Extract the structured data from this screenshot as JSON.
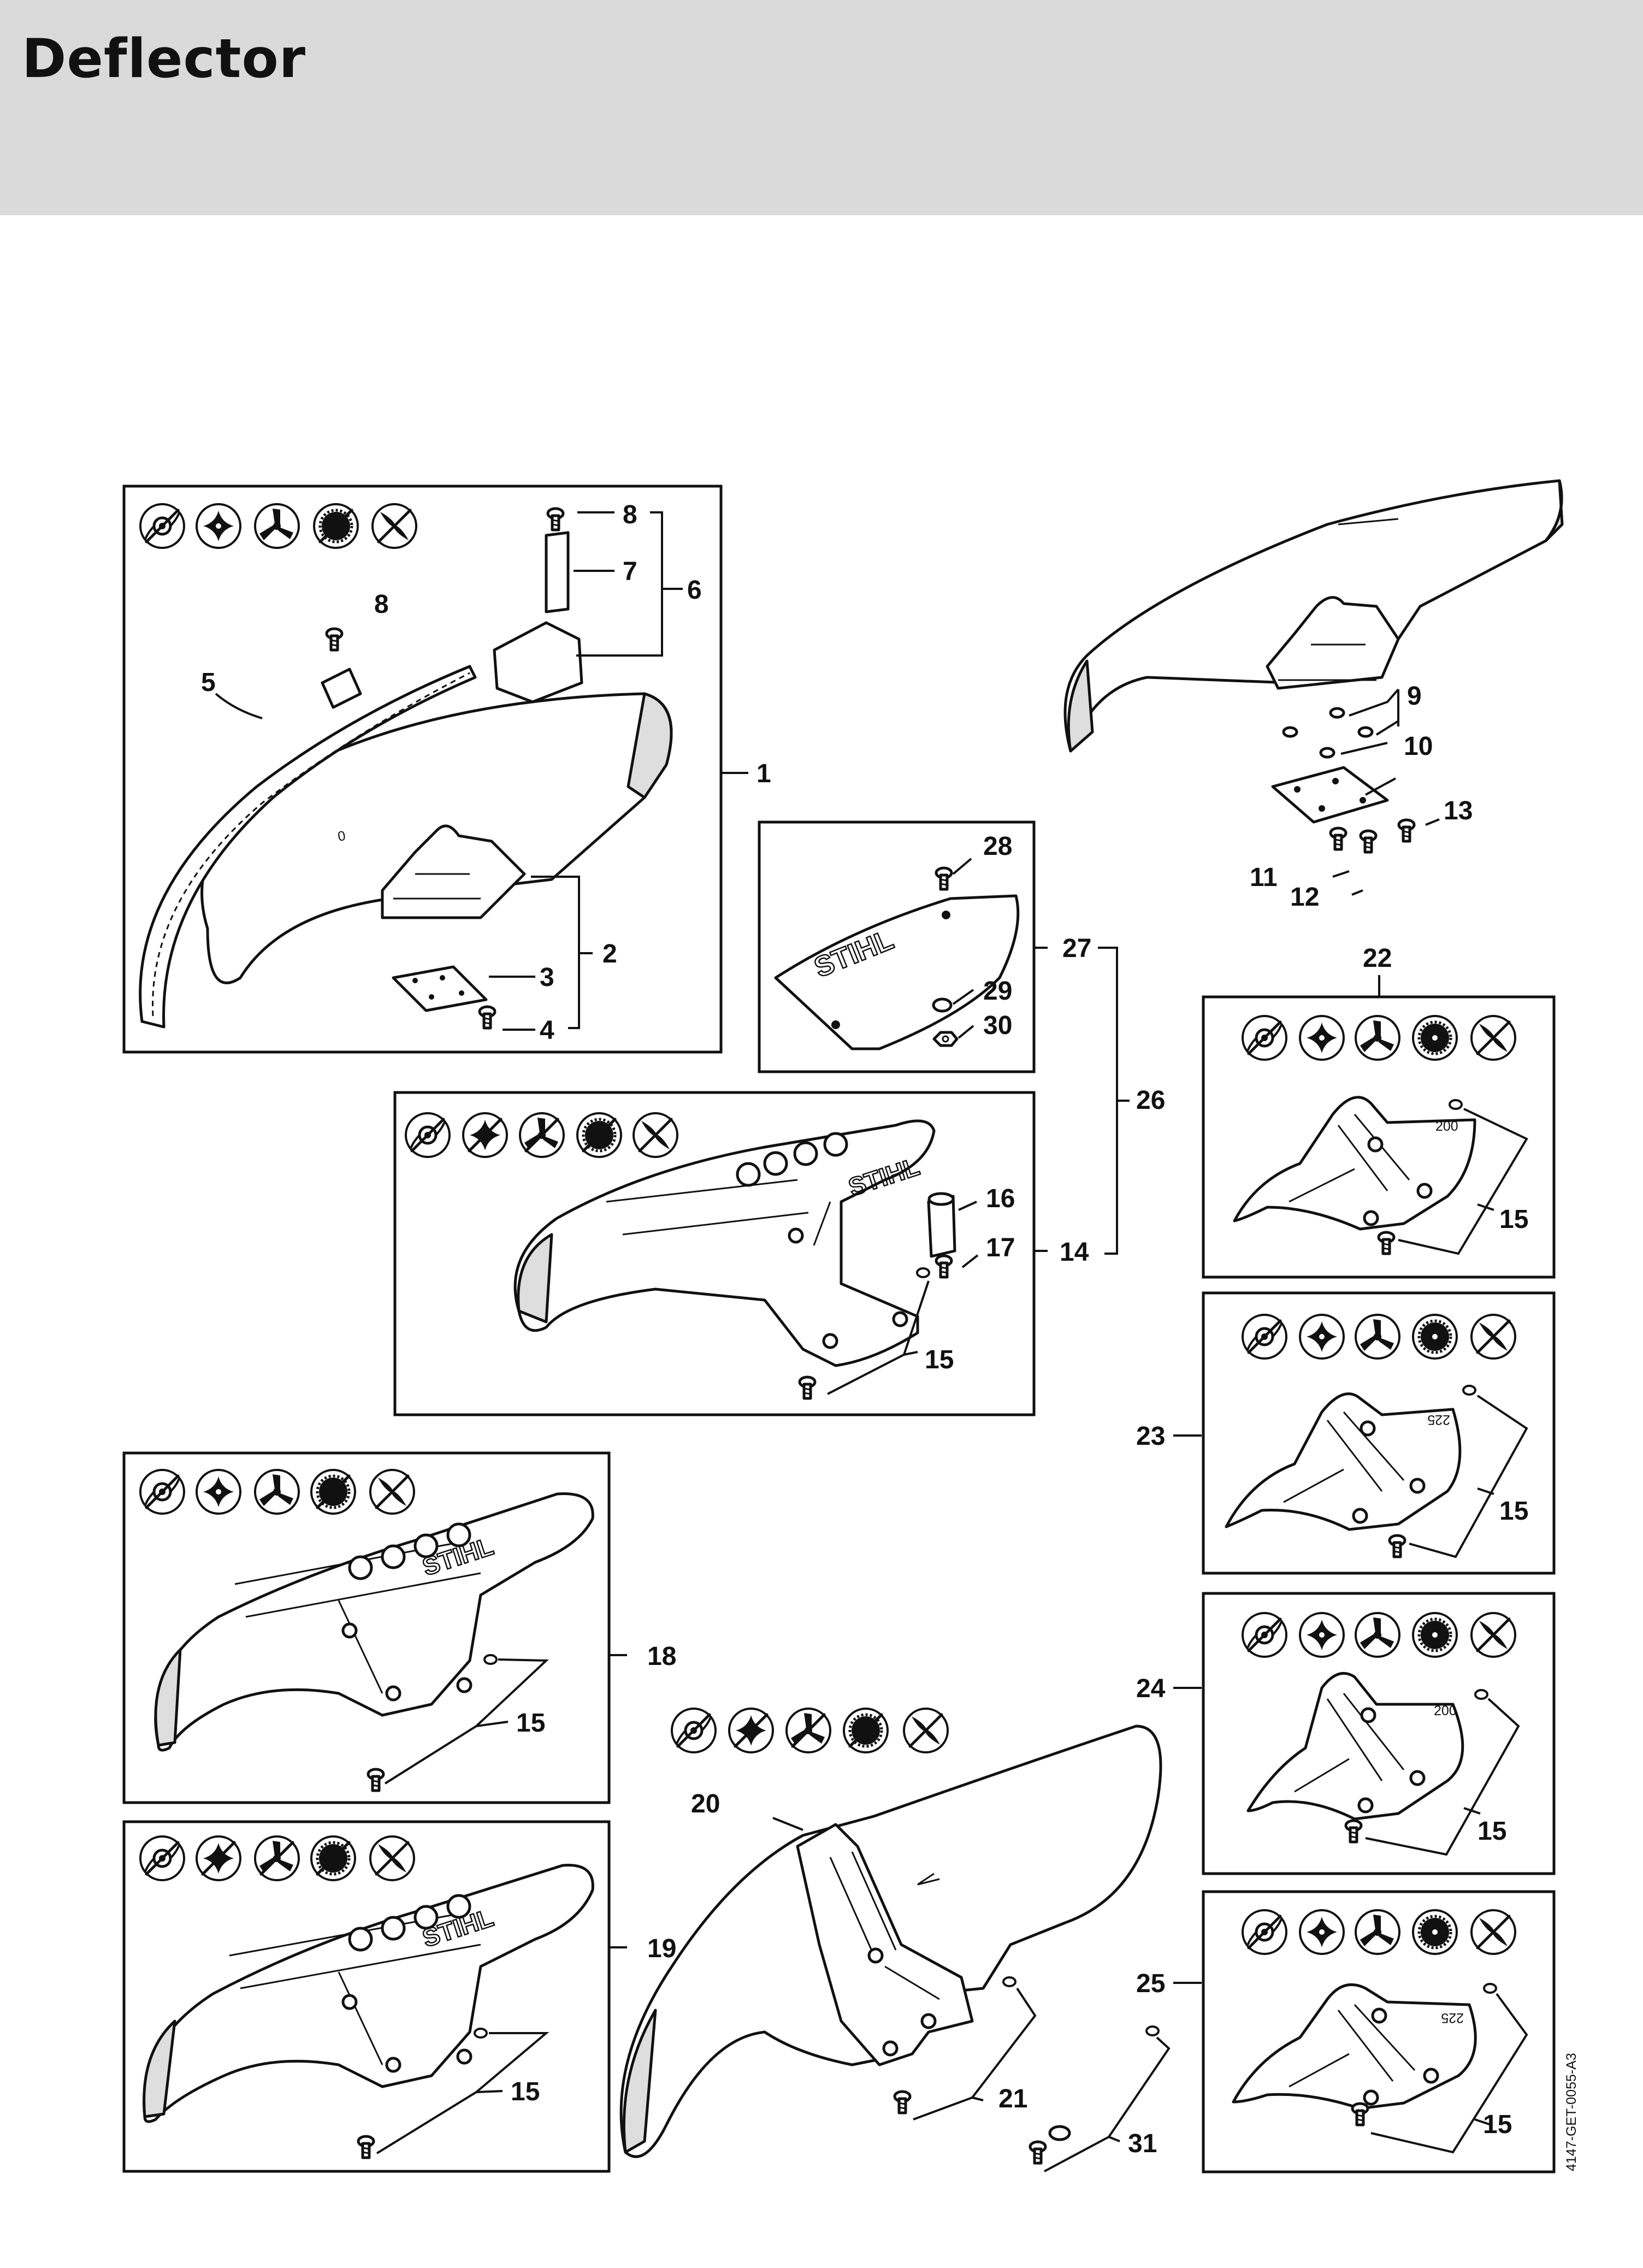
{
  "page": {
    "title": "Deflector"
  },
  "drawing_code": "4147-GET-0055-A3",
  "logo_text": "STIHL",
  "part_numbers": [
    "1",
    "2",
    "3",
    "4",
    "5",
    "6",
    "7",
    "8",
    "9",
    "10",
    "11",
    "12",
    "13",
    "14",
    "15",
    "16",
    "17",
    "18",
    "19",
    "20",
    "21",
    "22",
    "23",
    "24",
    "25",
    "26",
    "27",
    "28",
    "29",
    "30",
    "31"
  ],
  "cutting_tool_icons": [
    "mowing-head-icon",
    "polycut-blade-icon",
    "three-tooth-blade-icon",
    "circular-saw-blade-icon",
    "grass-cutting-blade-icon"
  ]
}
